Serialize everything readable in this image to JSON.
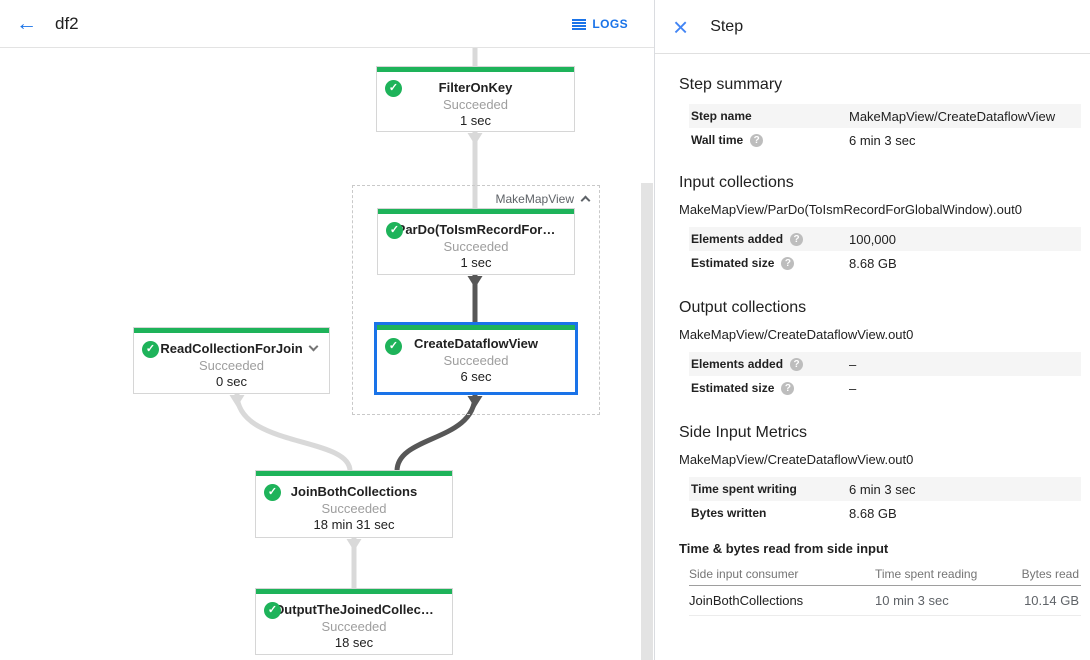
{
  "colors": {
    "accent_blue": "#1a73e8",
    "success_green": "#1eb35a",
    "selected_border": "#1a73e8"
  },
  "icons": {
    "back": "←",
    "close": "×",
    "check": "✓",
    "help": "?"
  },
  "topbar": {
    "title": "df2",
    "logs_label": "LOGS"
  },
  "graph": {
    "group_label": "MakeMapView",
    "nodes": {
      "filter_on_key": {
        "title": "FilterOnKey",
        "status": "Succeeded",
        "time": "1 sec"
      },
      "pardo_to_ism_record": {
        "title": "ParDo(ToIsmRecordFor…",
        "status": "Succeeded",
        "time": "1 sec"
      },
      "read_collection_for_join": {
        "title": "ReadCollectionForJoin",
        "status": "Succeeded",
        "time": "0 sec"
      },
      "create_dataflow_view": {
        "title": "CreateDataflowView",
        "status": "Succeeded",
        "time": "6 sec",
        "selected": true
      },
      "join_both_collections": {
        "title": "JoinBothCollections",
        "status": "Succeeded",
        "time": "18 min 31 sec"
      },
      "output_the_joined_collection": {
        "title": "OutputTheJoinedCollec…",
        "status": "Succeeded",
        "time": "18 sec"
      }
    }
  },
  "panel": {
    "title": "Step",
    "step_summary": {
      "title": "Step summary",
      "rows": [
        {
          "label": "Step name",
          "value": "MakeMapView/CreateDataflowView"
        },
        {
          "label": "Wall time",
          "value": "6 min 3 sec"
        }
      ]
    },
    "input_collections": {
      "title": "Input collections",
      "subtitle": "MakeMapView/ParDo(ToIsmRecordForGlobalWindow).out0",
      "rows": [
        {
          "label": "Elements added",
          "value": "100,000"
        },
        {
          "label": "Estimated size",
          "value": "8.68 GB"
        }
      ]
    },
    "output_collections": {
      "title": "Output collections",
      "subtitle": "MakeMapView/CreateDataflowView.out0",
      "rows": [
        {
          "label": "Elements added",
          "value": "–"
        },
        {
          "label": "Estimated size",
          "value": "–"
        }
      ]
    },
    "side_input_metrics": {
      "title": "Side Input Metrics",
      "subtitle": "MakeMapView/CreateDataflowView.out0",
      "rows": [
        {
          "label": "Time spent writing",
          "value": "6 min 3 sec"
        },
        {
          "label": "Bytes written",
          "value": "8.68 GB"
        }
      ]
    },
    "side_input_table": {
      "title": "Time & bytes read from side input",
      "columns": [
        "Side input consumer",
        "Time spent reading",
        "Bytes read"
      ],
      "rows": [
        [
          "JoinBothCollections",
          "10 min 3 sec",
          "10.14 GB"
        ]
      ]
    }
  }
}
